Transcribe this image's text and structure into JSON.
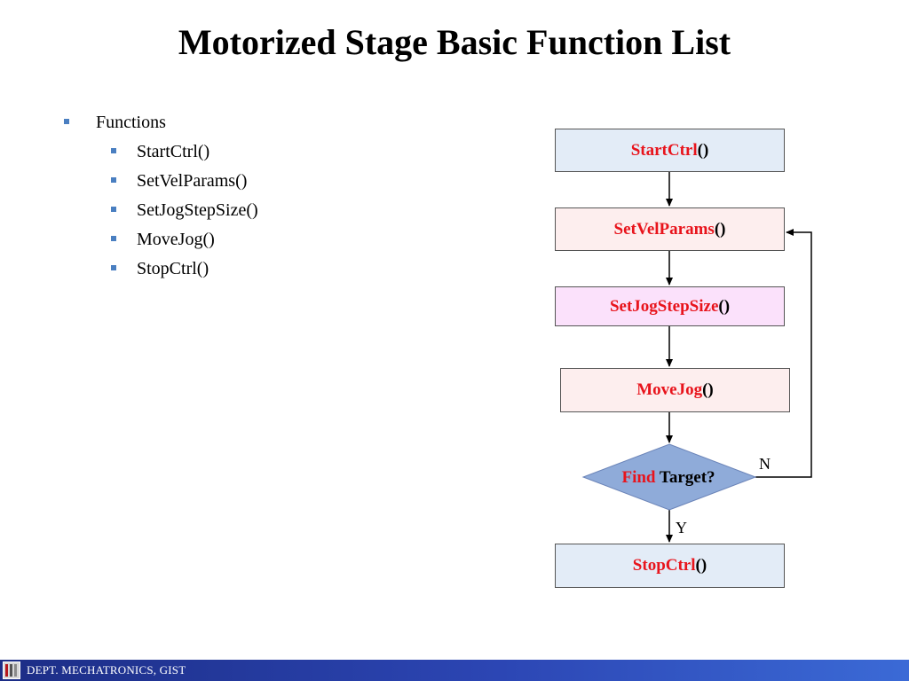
{
  "title": "Motorized Stage Basic Function List",
  "bullets": {
    "heading": "Functions",
    "items": [
      "StartCtrl()",
      "SetVelParams()",
      "SetJogStepSize()",
      "MoveJog()",
      "StopCtrl()"
    ]
  },
  "colors": {
    "bullet": "#4a7fc1",
    "function_name": "#e8141c",
    "box_start": "#e3ecf7",
    "box_velparams": "#fdeeee",
    "box_jogstep": "#fbe1fb",
    "box_movejog": "#fdeeee",
    "box_stop": "#e3ecf7",
    "diamond": "#8fabd9",
    "footer": "#2a44a8"
  },
  "flowchart": {
    "start": {
      "name": "StartCtrl",
      "paren": "()"
    },
    "set_vel_params": {
      "name": "SetVelParams",
      "paren": "()"
    },
    "set_jog_step_size": {
      "name": "SetJogStepSize",
      "paren": "()"
    },
    "move_jog": {
      "name": "MoveJog",
      "paren": "()"
    },
    "decision": {
      "find": "Find",
      "rest": " Target?"
    },
    "no_label": "N",
    "yes_label": "Y",
    "stop": {
      "name": "StopCtrl",
      "paren": "()"
    }
  },
  "footer": {
    "text": "DEPT. MECHATRONICS, GIST",
    "logo_icon": "gist-logo-icon"
  }
}
